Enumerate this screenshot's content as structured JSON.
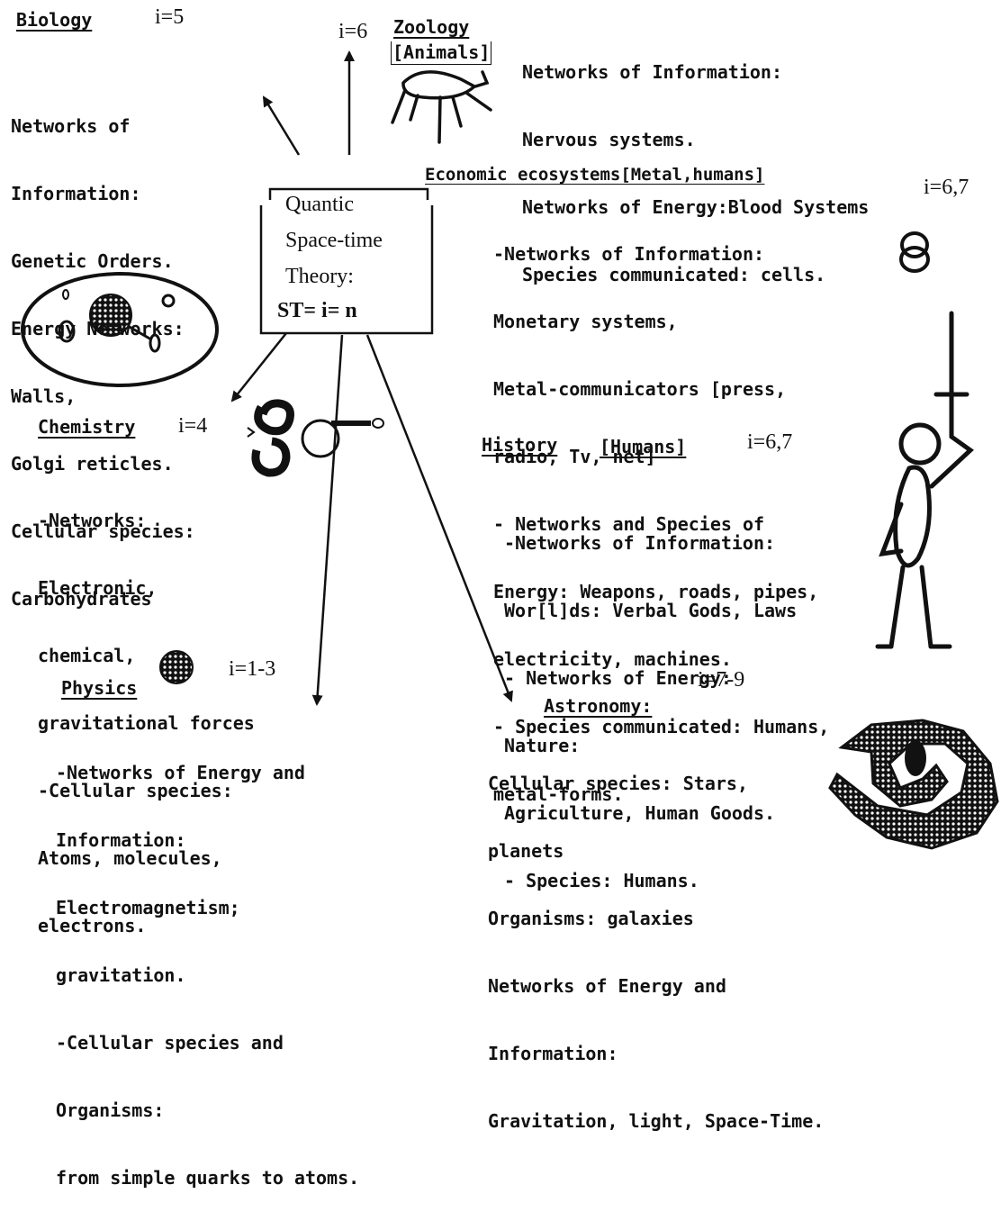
{
  "center": {
    "lines": [
      "Quantic",
      "Space-time",
      "Theory:",
      "ST= i= n"
    ]
  },
  "sections": {
    "biology": {
      "title": "Biology",
      "index": "i=5",
      "lines": [
        "Networks of",
        "Information:",
        "Genetic Orders.",
        "Energy Networks:",
        "Walls,",
        "Golgi reticles.",
        "Cellular species:",
        "Carbohydrates"
      ]
    },
    "zoology": {
      "title": "Zoology",
      "subtitle": "[Animals]",
      "index": "i=6",
      "lines": [
        "Networks of Information:",
        "Nervous systems.",
        "Networks of Energy:Blood Systems",
        "Species communicated: cells."
      ]
    },
    "economic": {
      "title": "Economic ecosystems[Metal,humans]",
      "index": "i=6,7",
      "lines": [
        "-Networks of Information:",
        "Monetary systems,",
        "Metal-communicators [press,",
        "radio, Tv, net]",
        "- Networks and Species of",
        "Energy: Weapons, roads, pipes,",
        "electricity, machines.",
        "- Species communicated: Humans,",
        "metal-forms."
      ]
    },
    "chemistry": {
      "title": "Chemistry",
      "index": "i=4",
      "lines": [
        "-Networks:",
        "Electronic,",
        "chemical,",
        "gravitational forces",
        "-Cellular species:",
        "Atoms, molecules,",
        "electrons."
      ]
    },
    "history": {
      "title": "History",
      "subtitle": "[Humans]",
      "index": "i=6,7",
      "lines": [
        "-Networks of Information:",
        "Wor[l]ds: Verbal Gods, Laws",
        "- Networks of Energy:",
        "Nature:",
        "Agriculture, Human Goods.",
        "- Species: Humans."
      ]
    },
    "physics": {
      "title": "Physics",
      "index": "i=1-3",
      "lines": [
        "-Networks of Energy and",
        "Information:",
        "Electromagnetism;",
        "gravitation.",
        "-Cellular species and",
        "Organisms:",
        "from simple quarks to atoms."
      ]
    },
    "astronomy": {
      "title": "Astronomy:",
      "index": "i=7-9",
      "lines": [
        "Cellular species: Stars,",
        "planets",
        "Organisms: galaxies",
        "Networks of Energy and",
        "Information:",
        "Gravitation, light, Space-Time."
      ]
    }
  }
}
